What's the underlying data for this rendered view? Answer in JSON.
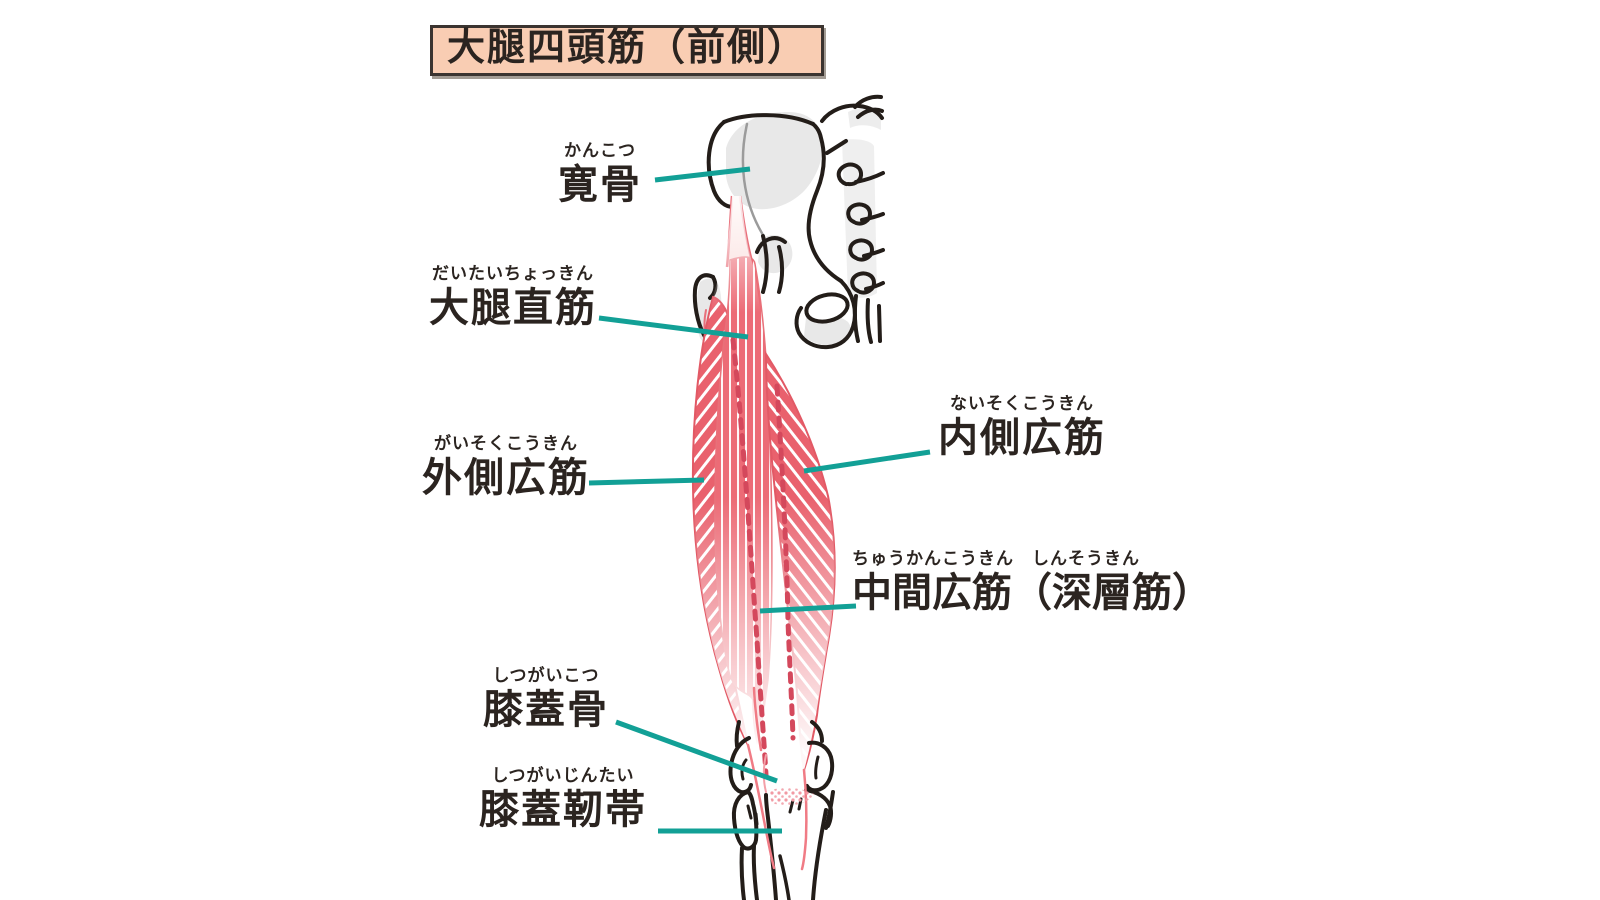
{
  "title": "大腿四頭筋（前側）",
  "labels": {
    "kankotsu": {
      "furigana": "かんこつ",
      "text": "寛骨"
    },
    "daitaichokkin": {
      "furigana": "だいたいちょっきん",
      "text": "大腿直筋"
    },
    "gaisokukoukin": {
      "furigana": "がいそくこうきん",
      "text": "外側広筋"
    },
    "naisokukoukin": {
      "furigana": "ないそくこうきん",
      "text": "内側広筋"
    },
    "chuukankoukin": {
      "furigana": "ちゅうかんこうきん　しんそうきん",
      "text": "中間広筋（深層筋）"
    },
    "shitsugaikotsu": {
      "furigana": "しつがいこつ",
      "text": "膝蓋骨"
    },
    "shitsugaijintai": {
      "furigana": "しつがいじんたい",
      "text": "膝蓋靭帯"
    }
  },
  "colors": {
    "leader_line": "#12A096",
    "muscle_salmon": "#EC6B76",
    "muscle_hatch": "#E9616D",
    "muscle_dash": "#D4485C",
    "muscle_outline": "#E25965",
    "tendon_pink": "#F07B85",
    "title_background": "#F9CDB3",
    "title_border": "#3B3430",
    "text": "#2B2420",
    "bone_outline": "#231D19",
    "bone_shade": "#E8E8E8"
  }
}
